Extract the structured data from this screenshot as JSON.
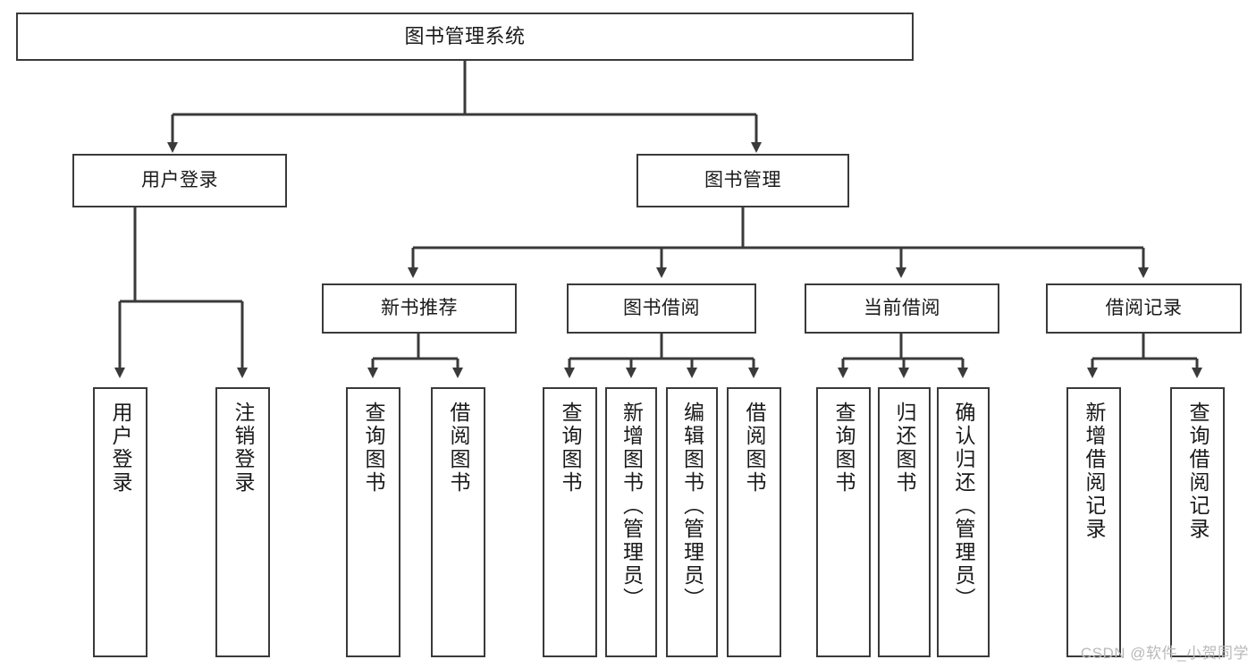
{
  "diagram": {
    "title": "图书管理系统",
    "type": "tree-hierarchy-diagram",
    "colors": {
      "background": "#ffffff",
      "box_border": "#3a3a3a",
      "box_fill": "#ffffff",
      "connector": "#3a3a3a",
      "text": "#1a1a1a",
      "watermark": "#b9b9b9"
    },
    "root": {
      "label": "图书管理系统"
    },
    "level2": [
      {
        "label": "用户登录"
      },
      {
        "label": "图书管理"
      }
    ],
    "level3": [
      {
        "label": "新书推荐"
      },
      {
        "label": "图书借阅"
      },
      {
        "label": "当前借阅"
      },
      {
        "label": "借阅记录"
      }
    ],
    "leaves": [
      {
        "label": "用户登录",
        "parent": "用户登录"
      },
      {
        "label": "注销登录",
        "parent": "用户登录"
      },
      {
        "label": "查询图书",
        "parent": "新书推荐"
      },
      {
        "label": "借阅图书",
        "parent": "新书推荐"
      },
      {
        "label": "查询图书",
        "parent": "图书借阅"
      },
      {
        "label": "新增图书（管理员）",
        "parent": "图书借阅"
      },
      {
        "label": "编辑图书（管理员）",
        "parent": "图书借阅"
      },
      {
        "label": "借阅图书",
        "parent": "图书借阅"
      },
      {
        "label": "查询图书",
        "parent": "当前借阅"
      },
      {
        "label": "归还图书",
        "parent": "当前借阅"
      },
      {
        "label": "确认归还（管理员）",
        "parent": "当前借阅"
      },
      {
        "label": "新增借阅记录",
        "parent": "借阅记录"
      },
      {
        "label": "查询借阅记录",
        "parent": "借阅记录"
      }
    ],
    "watermark": "CSDN @软件_小贺同学"
  }
}
